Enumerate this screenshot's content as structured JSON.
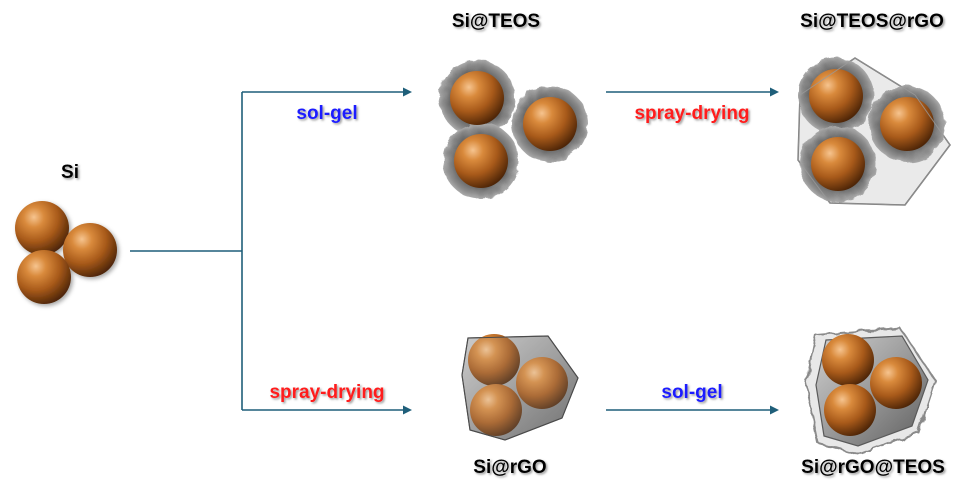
{
  "labels": {
    "si": "Si",
    "si_teos": "Si@TEOS",
    "si_teos_rgo": "Si@TEOS@rGO",
    "si_rgo": "Si@rGO",
    "si_rgo_teos": "Si@rGO@TEOS"
  },
  "steps": {
    "top_first": "sol-gel",
    "top_second": "spray-drying",
    "bottom_first": "spray-drying",
    "bottom_second": "sol-gel"
  },
  "colors": {
    "arrow": "#1f5f7a",
    "sol_gel": "#1c1cff",
    "spray_drying": "#ff1c1c",
    "silicon": "#b5651d",
    "silica_shell": "#7a7a7a"
  }
}
